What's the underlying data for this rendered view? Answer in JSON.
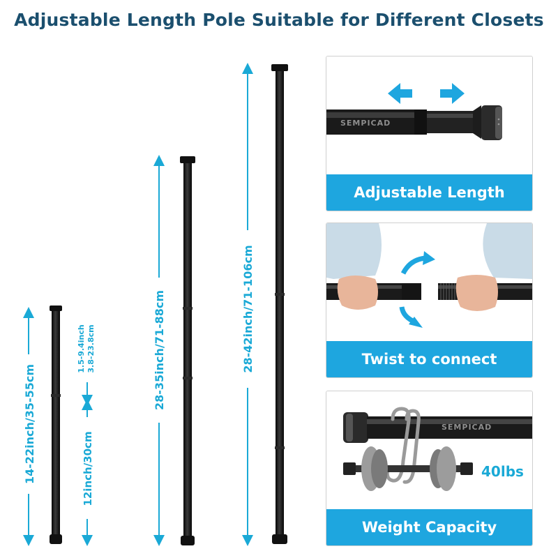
{
  "title": "Adjustable Length Pole Suitable for Different Closets",
  "dimensions": {
    "short_total": "14-22inch/35-55cm",
    "short_section": "12inch/30cm",
    "short_extend_inch": "1.5-9.4inch",
    "short_extend_cm": "3.8-23.8cm",
    "medium_total": "28-35inch/71-88cm",
    "long_total": "28-42inch/71-106cm"
  },
  "panels": [
    {
      "label": "Adjustable Length",
      "brand": "SEMPICAD"
    },
    {
      "label": "Twist to connect"
    },
    {
      "label": "Weight Capacity",
      "brand": "SEMPICAD",
      "weight": "40lbs"
    }
  ],
  "colors": {
    "accent": "#1ea6df",
    "title": "#1b4f6e",
    "pole": "#141414"
  }
}
